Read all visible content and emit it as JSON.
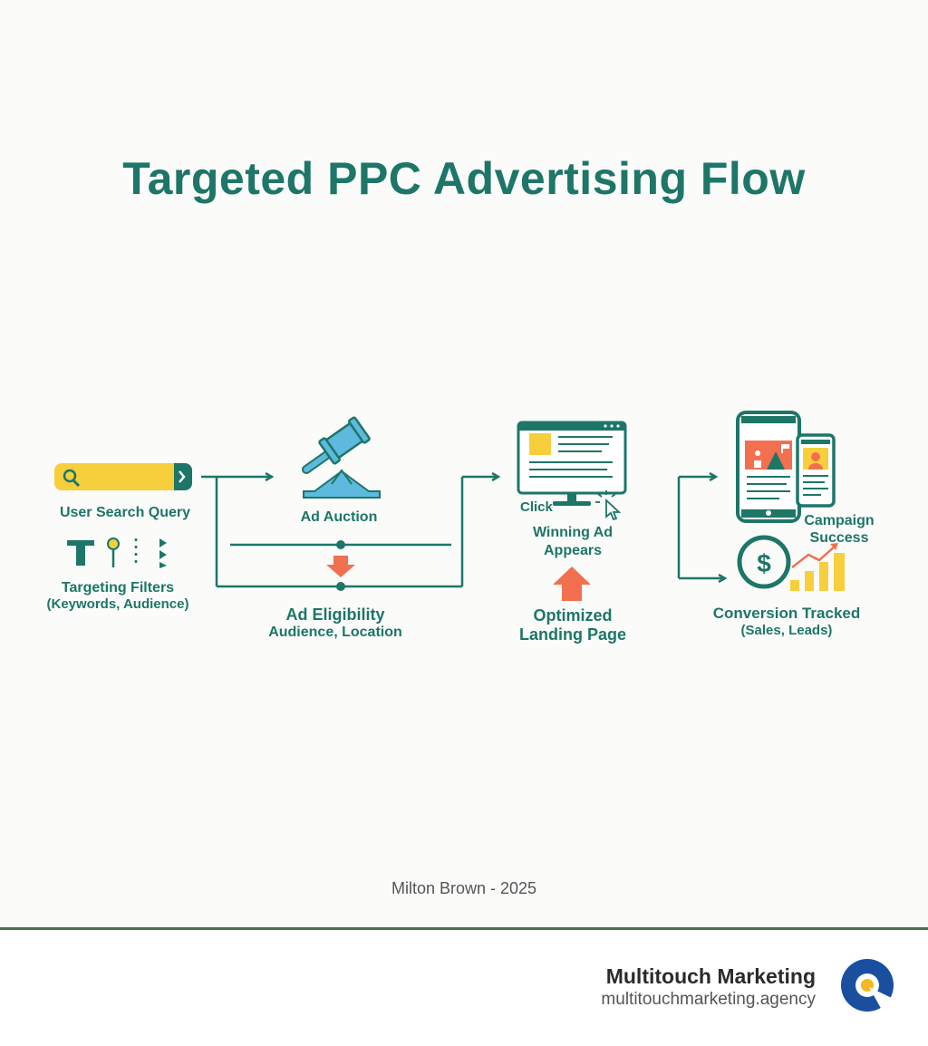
{
  "title": "Targeted PPC Advertising Flow",
  "steps": {
    "search": {
      "label": "User Search Query"
    },
    "filters": {
      "label_line1": "Targeting Filters",
      "label_line2": "(Keywords, Audience)"
    },
    "auction": {
      "label": "Ad Auction"
    },
    "eligibility": {
      "label_line1": "Ad Eligibility",
      "label_line2": "Audience, Location"
    },
    "winning_ad": {
      "click_label": "Click",
      "label_line1": "Winning Ad",
      "label_line2": "Appears"
    },
    "landing": {
      "label_line1": "Optimized",
      "label_line2": "Landing Page"
    },
    "success": {
      "label_line1": "Campaign",
      "label_line2": "Success"
    },
    "conversion": {
      "label_line1": "Conversion Tracked",
      "label_line2": "(Sales, Leads)"
    }
  },
  "footer": {
    "credit": "Milton Brown - 2025",
    "brand_name": "Multitouch Marketing",
    "brand_url": "multitouchmarketing.agency"
  },
  "colors": {
    "teal": "#1d7668",
    "yellow": "#f7cf3c",
    "coral": "#f2704f",
    "light_blue": "#5db9dd",
    "brand_blue": "#1a4fa0"
  }
}
